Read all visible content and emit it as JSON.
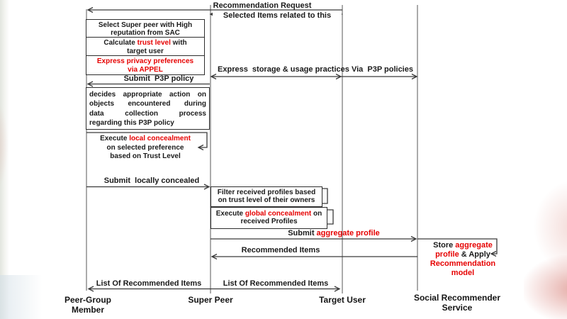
{
  "colors": {
    "red_text": "#e60000",
    "black_text": "#1a1a1a",
    "arrow_line": "#3a3a3a",
    "lifeline": "#8f8f8f"
  },
  "actors": {
    "peer_group_member": {
      "line1": "Peer-Group",
      "line2": "Member"
    },
    "super_peer": {
      "line1": "Super Peer"
    },
    "target_user": {
      "line1": "Target User"
    },
    "social_recommender_service": {
      "line1": "Social Recommender",
      "line2": "Service"
    }
  },
  "messages": {
    "recommendation_request": "Recommendation Request",
    "selected_items": "Selected Items related to this",
    "express_storage": "Express  storage & usage practices Via  P3P policies",
    "submit_p3p": "Submit  P3P policy",
    "submit_locally": "Submit  locally concealed",
    "submit_aggregate": {
      "parts": [
        {
          "t": "Submit ",
          "c": "black"
        },
        {
          "t": "aggregate profile",
          "c": "red"
        }
      ]
    },
    "recommended_items": "Recommended Items",
    "list_of_recommended_left": "List Of Recommended Items",
    "list_of_recommended_right": "List Of Recommended Items"
  },
  "boxes": {
    "select_super_peer": {
      "line1": "Select Super peer with High",
      "line2": "reputation from SAC"
    },
    "calculate_trust": {
      "line1": {
        "parts": [
          {
            "t": "Calculate ",
            "c": "black"
          },
          {
            "t": "trust level",
            "c": "red"
          },
          {
            "t": " with",
            "c": "black"
          }
        ]
      },
      "line2": "target user"
    },
    "express_privacy": {
      "line1": "Express privacy preferences",
      "line2": "via APPEL"
    },
    "decides_action": {
      "line1": "decides appropriate action on",
      "line2": "objects encountered during",
      "line3": "data collection process",
      "line4": "regarding this P3P policy"
    },
    "execute_local": {
      "line1": {
        "parts": [
          {
            "t": "Execute ",
            "c": "black"
          },
          {
            "t": "local concealment",
            "c": "red"
          }
        ]
      },
      "line2": "on selected preference",
      "line3": "based on Trust Level"
    },
    "filter_profiles": {
      "line1": "Filter received profiles based",
      "line2": "on trust level of their owners"
    },
    "execute_global": {
      "line1": {
        "parts": [
          {
            "t": "Execute ",
            "c": "black"
          },
          {
            "t": "global concealment",
            "c": "red"
          },
          {
            "t": " on",
            "c": "black"
          }
        ]
      },
      "line2": "received Profiles"
    }
  },
  "note": {
    "line1": {
      "parts": [
        {
          "t": "Store ",
          "c": "black"
        },
        {
          "t": "aggregate",
          "c": "red"
        }
      ]
    },
    "line2": {
      "parts": [
        {
          "t": "profile",
          "c": "red"
        },
        {
          "t": " & Apply",
          "c": "black"
        }
      ]
    },
    "line3": "Recommendation",
    "line4": "model"
  }
}
